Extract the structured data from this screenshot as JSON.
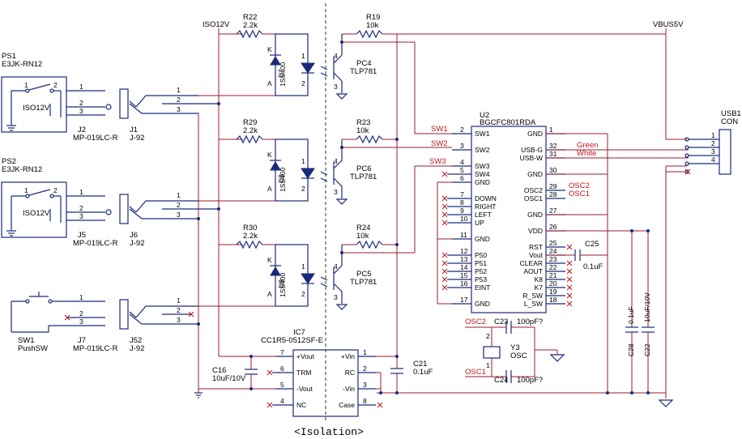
{
  "isolation_label": "<Isolation>",
  "nets": {
    "iso12v": "ISO12V",
    "vbus5v": "VBUS5V",
    "sw1": "SW1",
    "sw2": "SW2",
    "sw3": "SW3",
    "green": "Green",
    "white": "White",
    "osc1": "OSC1",
    "osc2": "OSC2"
  },
  "ps1": {
    "ref": "PS1",
    "value": "E3JK-RN12",
    "net": "ISO12V",
    "pin1": "1",
    "pin2": "2"
  },
  "ps2": {
    "ref": "PS2",
    "value": "E3JK-RN12",
    "net": "ISO12V",
    "pin1": "1",
    "pin2": "2"
  },
  "sw1": {
    "ref": "SW1",
    "value": "PushSW"
  },
  "j2": {
    "ref": "J2",
    "value": "MP-019LC-R"
  },
  "j5": {
    "ref": "J5",
    "value": "MP-019LC-R"
  },
  "j7": {
    "ref": "J7",
    "value": "MP-019LC-R"
  },
  "j1": {
    "ref": "J1",
    "value": "J-92"
  },
  "j6": {
    "ref": "J6",
    "value": "J-92"
  },
  "j52": {
    "ref": "J52",
    "value": "J-92"
  },
  "r22": {
    "ref": "R22",
    "value": "2.2k"
  },
  "r29": {
    "ref": "R29",
    "value": "2.2k"
  },
  "r30": {
    "ref": "R30",
    "value": "2.2k"
  },
  "r19": {
    "ref": "R19",
    "value": "10k"
  },
  "r23": {
    "ref": "R23",
    "value": "10k"
  },
  "r24": {
    "ref": "R24",
    "value": "10k"
  },
  "d7": {
    "ref": "D7",
    "value": "1SS400"
  },
  "d8": {
    "ref": "D8",
    "value": "1SS400"
  },
  "d9": {
    "ref": "D9",
    "value": "1SS400"
  },
  "pc4": {
    "ref": "PC4",
    "value": "TLP781"
  },
  "pc5": {
    "ref": "PC5",
    "value": "TLP781"
  },
  "pc6": {
    "ref": "PC6",
    "value": "TLP781"
  },
  "u2": {
    "ref": "U2",
    "value": "BGCFC801RDA",
    "left_pins": [
      {
        "num": "2",
        "name": "SW1"
      },
      {
        "num": "3",
        "name": "SW2"
      },
      {
        "num": "4",
        "name": "SW3"
      },
      {
        "num": "5",
        "name": "SW4"
      },
      {
        "num": "6",
        "name": "GND"
      },
      {
        "num": "7",
        "name": "DOWN"
      },
      {
        "num": "8",
        "name": "RIGHT"
      },
      {
        "num": "9",
        "name": "LEFT"
      },
      {
        "num": "10",
        "name": "UP"
      },
      {
        "num": "11",
        "name": "GND"
      },
      {
        "num": "12",
        "name": "P50"
      },
      {
        "num": "13",
        "name": "P51"
      },
      {
        "num": "14",
        "name": "P52"
      },
      {
        "num": "15",
        "name": "P53"
      },
      {
        "num": "16",
        "name": "EINT"
      },
      {
        "num": "17",
        "name": "GND"
      }
    ],
    "right_pins": [
      {
        "num": "1",
        "name": "GND"
      },
      {
        "num": "32",
        "name": "USB-G"
      },
      {
        "num": "31",
        "name": "USB-W"
      },
      {
        "num": "30",
        "name": "GND"
      },
      {
        "num": "29",
        "name": "OSC2"
      },
      {
        "num": "28",
        "name": "OSC1"
      },
      {
        "num": "27",
        "name": "GND"
      },
      {
        "num": "26",
        "name": "VDD"
      },
      {
        "num": "25",
        "name": "RST"
      },
      {
        "num": "24",
        "name": "Vout"
      },
      {
        "num": "23",
        "name": "CLEAR"
      },
      {
        "num": "22",
        "name": "AOUT"
      },
      {
        "num": "21",
        "name": "K8"
      },
      {
        "num": "20",
        "name": "K7"
      },
      {
        "num": "19",
        "name": "R_SW"
      },
      {
        "num": "18",
        "name": "L_SW"
      }
    ]
  },
  "usb1": {
    "ref": "USB1",
    "value": "CON",
    "pins": [
      "1",
      "2",
      "3",
      "4"
    ]
  },
  "c25": {
    "ref": "C25",
    "value": "0.1uF"
  },
  "c28": {
    "ref": "C28",
    "value": "0.1uF"
  },
  "c22": {
    "ref": "C22",
    "value": "10uF/10V"
  },
  "c23": {
    "ref": "C23",
    "value": "100pF?"
  },
  "c24": {
    "ref": "C24",
    "value": "100pF?"
  },
  "c21": {
    "ref": "C21",
    "value": "0.1uF"
  },
  "c16": {
    "ref": "C16",
    "value": "10uF/10V"
  },
  "y3": {
    "ref": "Y3",
    "value": "OSC",
    "pin1": "1",
    "pin2": "2"
  },
  "ic7": {
    "ref": "IC7",
    "value": "CC1R5-0512SF-E",
    "left_pins": [
      {
        "num": "7",
        "name": "+Vout"
      },
      {
        "num": "6",
        "name": "TRM"
      },
      {
        "num": "5",
        "name": "-Vout"
      },
      {
        "num": "4",
        "name": "NC"
      }
    ],
    "right_pins": [
      {
        "num": "1",
        "name": "+Vin"
      },
      {
        "num": "2",
        "name": "RC"
      },
      {
        "num": "3",
        "name": "-Vin"
      },
      {
        "num": "8",
        "name": "Case"
      }
    ]
  },
  "pin_labels": {
    "one": "1",
    "two": "2",
    "three": "3",
    "four": "4",
    "k": "K",
    "a": "A"
  }
}
